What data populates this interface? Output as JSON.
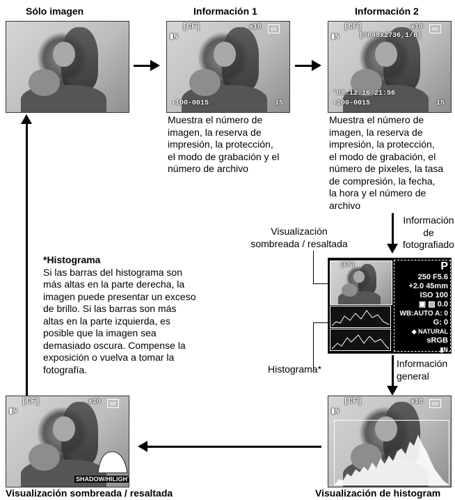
{
  "titles": {
    "solo_imagen": "Sólo imagen",
    "info1": "Información 1",
    "info2": "Información 2"
  },
  "descriptions": {
    "info1": [
      "Muestra el número de",
      "imagen, la reserva de",
      "impresión, la protección,",
      "el modo de grabación y el",
      "número de archivo"
    ],
    "info2": [
      "Muestra el número de",
      "imagen, la reserva de",
      "impresión, la protección,",
      "el modo de grabación, el",
      "número de píxeles, la tasa",
      "de compresión, la fecha,",
      "la hora y el número de",
      "archivo"
    ]
  },
  "osd": {
    "card": "[CF]",
    "protect_count": "x10",
    "quality": "N",
    "pixels": "[3648x2736,1/8]",
    "date_time": "'08.12.16  21:56",
    "file_number": "100-0015",
    "frame": "15",
    "shadow_label": "SHADOW",
    "hilight_label": "HILIGHT"
  },
  "annotations": {
    "visualizacion": [
      "Visualización",
      "sombreada / resaltada"
    ],
    "informacion_fotografiado": [
      "Información",
      "de",
      "fotografiado"
    ],
    "histograma_label": "Histograma*",
    "informacion_general": [
      "Información",
      "general"
    ]
  },
  "shooting_info": {
    "mode": "P",
    "line1": "250  F5.6",
    "line2": "+2.0  45mm",
    "line3": "ISO 100",
    "line4": "0.0",
    "line5": "WB:AUTO  A: 0",
    "line6": "G: 0",
    "line7": "NATURAL",
    "line8": "sRGB"
  },
  "histogram_note": {
    "title": "*Histograma",
    "body": [
      "Si las barras del histograma son",
      "más altas en la parte derecha, la",
      "imagen puede presentar un exceso",
      "de brillo. Si las barras son más",
      "altas en la parte izquierda, es",
      "posible que la imagen sea",
      "demasiado oscura. Compense la",
      "exposición o vuelva a tomar la",
      "fotografía."
    ]
  },
  "captions": {
    "sombreada": "Visualización sombreada / resaltada",
    "histograma": "Visualización de histogram"
  }
}
